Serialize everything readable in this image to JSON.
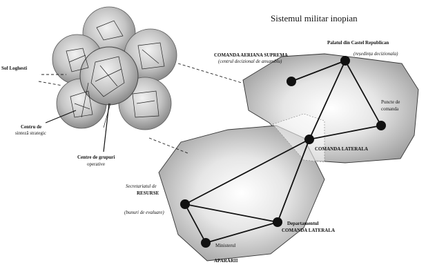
{
  "title": "Sistemul militar inopian",
  "labels": {
    "sof_loghesti": "Sof Loghesti",
    "centru_sinteza_1": "Centru de",
    "centru_sinteza_2": "sinteză strategic",
    "centre_grupuri_1": "Centre de grupuri",
    "centre_grupuri_2": "operative",
    "comanda_1": "COMANDA AERIANA SUPREMA",
    "comanda_2": "(centrul decizional de ansamblu)",
    "palatul_1": "Palatul din Castel Republican",
    "palatul_2": "(reședința decizionala)",
    "puncte_1": "Puncte de",
    "puncte_2": "comanda",
    "comanda_lateral": "COMANDA LATERALA",
    "secretariat_1": "Secretariatul de",
    "secretariat_2": "RESURSE",
    "secretariat_3": "(bunuri de evaluare)",
    "departament_1": "Departamentul",
    "departament_2": "COMANDA LATERALA",
    "ministerul_1": "Ministerul",
    "ministerul_2": "APARARII"
  },
  "colors": {
    "sphere": "#a8a8a8",
    "hexagon": "#b9b9b9",
    "node": "#111111",
    "line": "#111111"
  }
}
